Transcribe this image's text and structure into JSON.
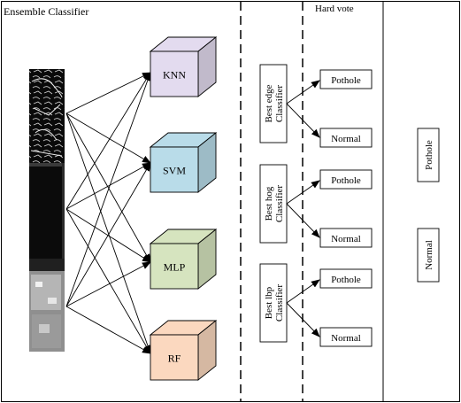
{
  "panels": {
    "ensemble_title": "Ensemble Classifier",
    "hard_vote_title": "Hard vote"
  },
  "classifiers": [
    "KNN",
    "SVM",
    "MLP",
    "RF"
  ],
  "classifier_colors": [
    "#e3dbef",
    "#b9dce9",
    "#d6e4bf",
    "#fbd8bf"
  ],
  "best_classifiers": [
    {
      "line1": "Best edge",
      "line2": "Classifier"
    },
    {
      "line1": "Best hog",
      "line2": "Classifier"
    },
    {
      "line1": "Best lbp",
      "line2": "Classifier"
    }
  ],
  "outputs": [
    {
      "top": "Pothole",
      "bottom": "Normal"
    },
    {
      "top": "Pothole",
      "bottom": "Normal"
    },
    {
      "top": "Pothole",
      "bottom": "Normal"
    }
  ],
  "final_results": [
    "Pothole",
    "Normal"
  ],
  "feature_images": [
    "edge-feature-image",
    "hog-feature-image",
    "lbp-feature-image"
  ]
}
